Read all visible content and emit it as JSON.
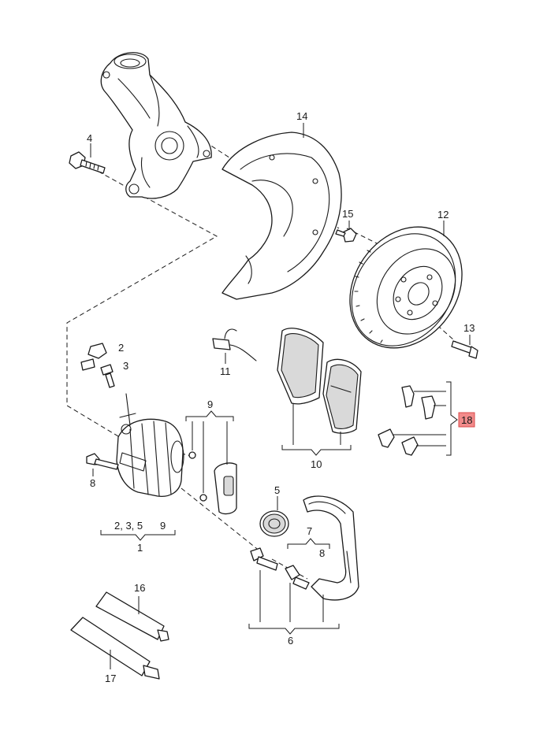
{
  "labels": {
    "p1": "1",
    "p2": "2",
    "p3": "3",
    "p4": "4",
    "p5": "5",
    "p5b": "5",
    "p6": "6",
    "p7": "7",
    "p8": "8",
    "p8b": "8",
    "p9": "9",
    "p9b": "9",
    "p10": "10",
    "p11": "11",
    "p12": "12",
    "p13": "13",
    "p14": "14",
    "p15": "15",
    "p16": "16",
    "p17": "17",
    "p18": "18",
    "group1": "2, 3, 5"
  },
  "highlight_color": "#f28b8b"
}
